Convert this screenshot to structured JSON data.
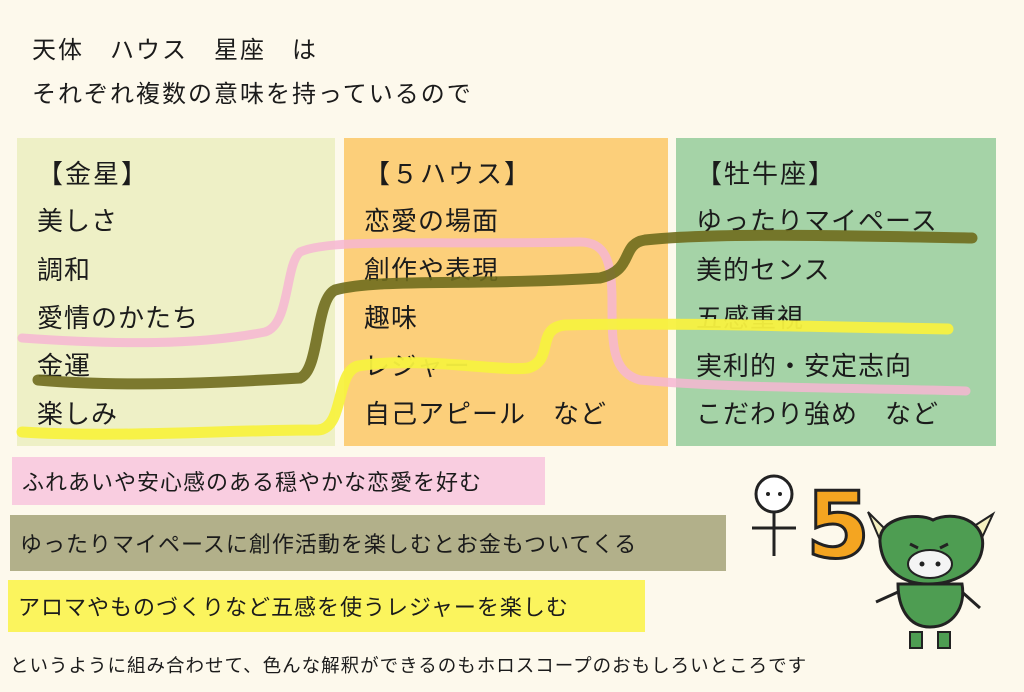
{
  "intro": {
    "line1": "天体　ハウス　星座　は",
    "line2": "それぞれ複数の意味を持っているので"
  },
  "panels": {
    "venus": {
      "title": "【金星】",
      "items": [
        "美しさ",
        "調和",
        "愛情のかたち",
        "金運",
        "楽しみ"
      ],
      "background": "#eef0c6"
    },
    "house": {
      "title": "【５ハウス】",
      "items": [
        "恋愛の場面",
        "創作や表現",
        "趣味",
        "レジャー",
        "自己アピール　など"
      ],
      "background": "#fccf7a"
    },
    "taurus": {
      "title": "【牡牛座】",
      "items": [
        "ゆったりマイペース",
        "美的センス",
        "五感重視",
        "実利的・安定志向",
        "こだわり強め　など"
      ],
      "background": "#a5d3a7"
    }
  },
  "connector_colors": {
    "pink": "#f6b6d2",
    "olive": "#6f6b1d",
    "yellow": "#f7f140"
  },
  "summaries": [
    {
      "text": "ふれあいや安心感のある穏やかな恋愛を好む",
      "color": "#f9cde0"
    },
    {
      "text": "ゆったりマイペースに創作活動を楽しむとお金もついてくる",
      "color": "#b2b08a"
    },
    {
      "text": "アロマやものづくりなど五感を使うレジャーを楽しむ",
      "color": "#fbf45d"
    }
  ],
  "footer": "というように組み合わせて、色んな解釈ができるのもホロスコープのおもしろいところです",
  "illustrations": {
    "venus_symbol": "venus-icon",
    "house_number": "5",
    "taurus_character": "bull-character-icon"
  }
}
